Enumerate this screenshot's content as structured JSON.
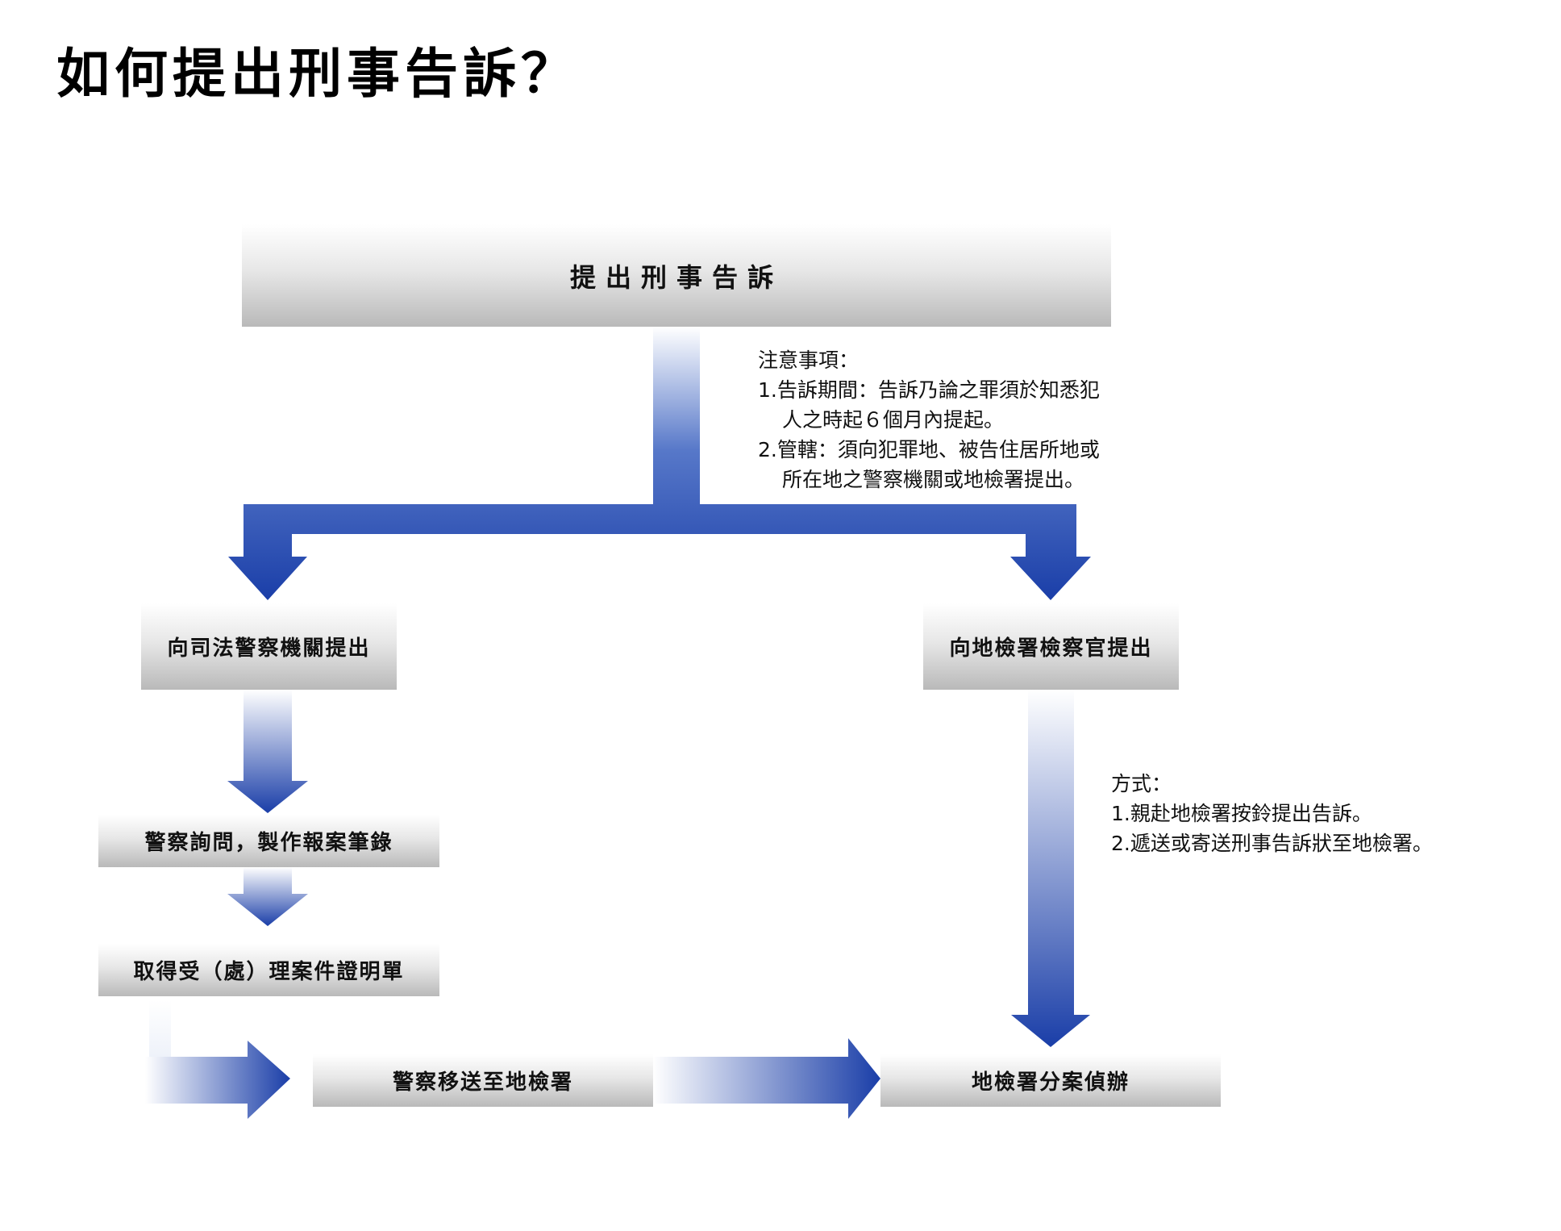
{
  "title": "如何提出刑事告訴？",
  "nodes": {
    "start": "提出刑事告訴",
    "police": "向司法警察機關提出",
    "prosecutor": "向地檢署檢察官提出",
    "interrogation": "警察詢問，製作報案筆錄",
    "certificate": "取得受（處）理案件證明單",
    "transfer": "警察移送至地檢署",
    "assign": "地檢署分案偵辦"
  },
  "notes": {
    "caution_title": "注意事項：",
    "caution_items": [
      "1.告訴期間：告訴乃論之罪須於知悉犯",
      "人之時起６個月內提起。",
      "2.管轄：須向犯罪地、被告住居所地或",
      "所在地之警察機關或地檢署提出。"
    ],
    "method_title": "方式：",
    "method_items": [
      "1.親赴地檢署按鈴提出告訴。",
      "2.遞送或寄送刑事告訴狀至地檢署。"
    ]
  },
  "colors": {
    "arrow_dark": "#1a3ea8",
    "arrow_light": "#ffffff",
    "box_top": "#ffffff",
    "box_bottom": "#b9b9b9"
  }
}
